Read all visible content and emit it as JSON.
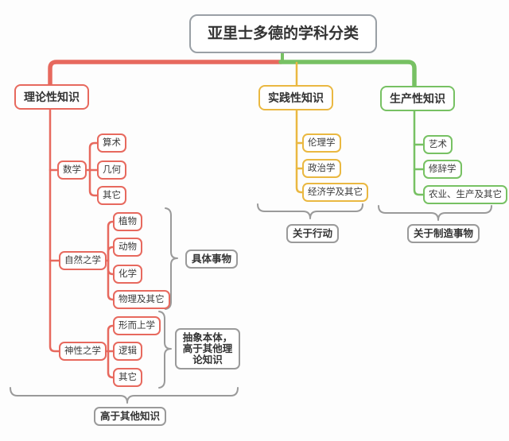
{
  "title": "亚里士多德的学科分类",
  "palette": {
    "red": "#e7695e",
    "yellow": "#eab841",
    "green": "#77c163",
    "gray": "#9a9a9a",
    "text": "#333333"
  },
  "branches": [
    {
      "label": "理论性知识",
      "brace_label": "高于其他知识",
      "children": [
        {
          "label": "数学",
          "children": [
            {
              "label": "算术"
            },
            {
              "label": "几何"
            },
            {
              "label": "其它"
            }
          ]
        },
        {
          "label": "自然之学",
          "brace_label": "具体事物",
          "children": [
            {
              "label": "植物"
            },
            {
              "label": "动物"
            },
            {
              "label": "化学"
            },
            {
              "label": "物理及其它"
            }
          ]
        },
        {
          "label": "神性之学",
          "brace_label": "抽象本体，高于其他理论知识",
          "children": [
            {
              "label": "形而上学"
            },
            {
              "label": "逻辑"
            },
            {
              "label": "其它"
            }
          ]
        }
      ]
    },
    {
      "label": "实践性知识",
      "brace_label": "关于行动",
      "children": [
        {
          "label": "伦理学"
        },
        {
          "label": "政治学"
        },
        {
          "label": "经济学及其它"
        }
      ]
    },
    {
      "label": "生产性知识",
      "brace_label": "关于制造事物",
      "children": [
        {
          "label": "艺术"
        },
        {
          "label": "修辞学"
        },
        {
          "label": "农业、生产及其它"
        }
      ]
    }
  ]
}
